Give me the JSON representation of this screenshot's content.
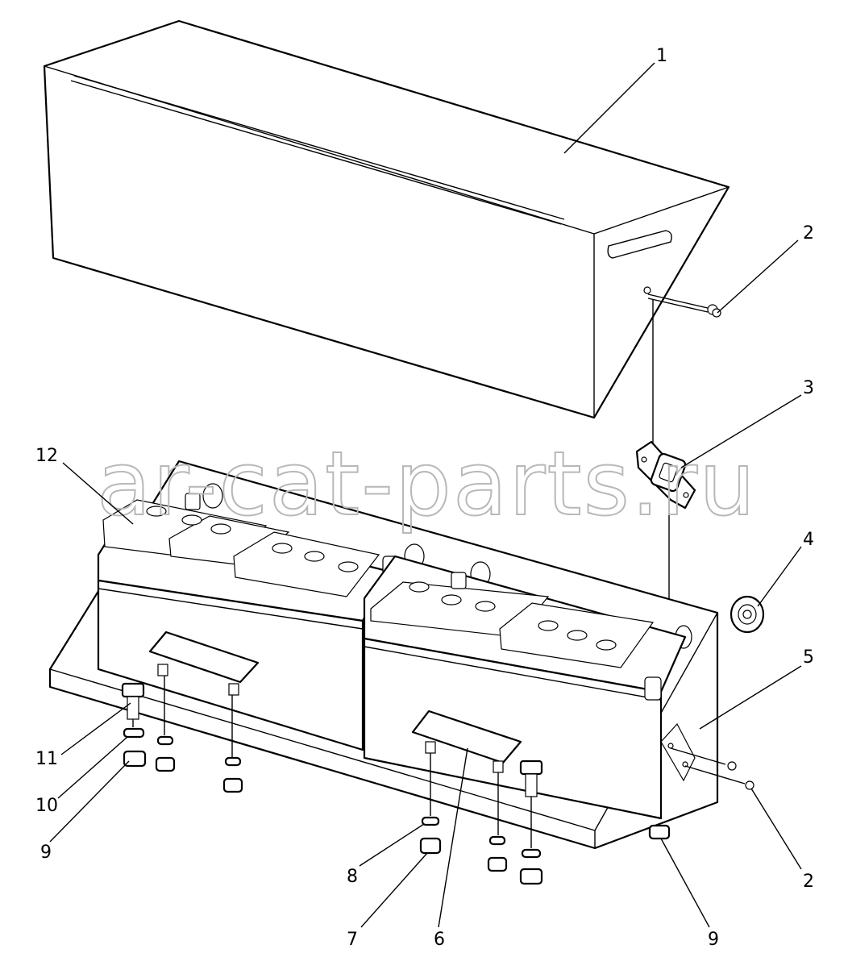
{
  "watermark": "ar-cat-parts.ru",
  "callouts": {
    "c1": "1",
    "c2a": "2",
    "c2b": "2",
    "c3": "3",
    "c4": "4",
    "c5": "5",
    "c6": "6",
    "c7": "7",
    "c8": "8",
    "c9a": "9",
    "c9b": "9",
    "c10": "10",
    "c11": "11",
    "c12": "12"
  }
}
